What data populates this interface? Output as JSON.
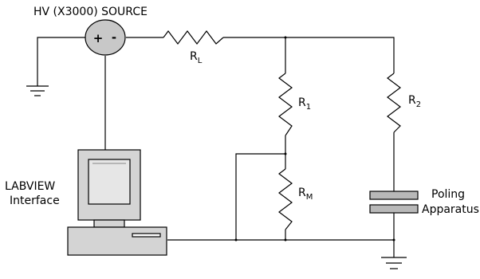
{
  "source": {
    "title": "HV (X3000) SOURCE",
    "plus": "+",
    "minus": "-"
  },
  "resistors": {
    "rl": {
      "letter": "R",
      "sub": "L"
    },
    "r1": {
      "letter": "R",
      "sub": "1"
    },
    "r2": {
      "letter": "R",
      "sub": "2"
    },
    "rm": {
      "letter": "R",
      "sub": "M"
    }
  },
  "computer": {
    "label_line1": "LABVIEW",
    "label_line2": "Interface"
  },
  "apparatus": {
    "label_line1": "Poling",
    "label_line2": "Apparatus"
  },
  "colors": {
    "wire": "#000000",
    "source_fill": "#c8c8c8",
    "computer_fill": "#d4d4d4",
    "screen_fill": "#e6e6e6",
    "apparatus_fill": "#b8b8b8"
  }
}
